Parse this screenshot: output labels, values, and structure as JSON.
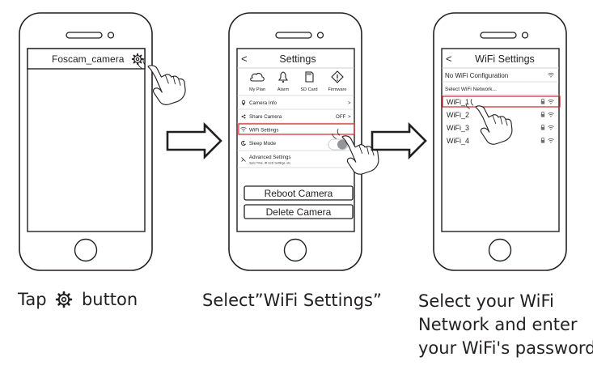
{
  "step1": {
    "header_title": "Foscam_camera",
    "caption_before": "Tap",
    "caption_after": "button"
  },
  "step2": {
    "back_glyph": "<",
    "title": "Settings",
    "icons": [
      {
        "icon": "cloud-icon",
        "label": "My Plan"
      },
      {
        "icon": "bell-icon",
        "label": "Alarm"
      },
      {
        "icon": "sd-card-icon",
        "label": "SD Card"
      },
      {
        "icon": "firmware-icon",
        "label": "Firmware"
      }
    ],
    "menu": [
      {
        "icon": "location-icon",
        "label": "Camera Info",
        "value": "",
        "chevron": ">"
      },
      {
        "icon": "share-icon",
        "label": "Share Camera",
        "value": "OFF",
        "chevron": ">"
      },
      {
        "icon": "wifi-icon",
        "label": "WiFi Settings",
        "value": "",
        "chevron": "",
        "highlighted": true
      },
      {
        "icon": "moon-icon",
        "label": "Sleep Mode",
        "value": "",
        "chevron": ""
      },
      {
        "icon": "sliders-icon",
        "label": "Advanced Settings",
        "sub": "Sync Time, IR LED Settings, etc.",
        "value": "",
        "chevron": ""
      }
    ],
    "reboot_label": "Reboot Camera",
    "delete_label": "Delete Camera",
    "caption": "Select”WiFi Settings”"
  },
  "step3": {
    "back_glyph": "<",
    "title": "WiFi Settings",
    "current_network": "No WiFi Configuration",
    "section_label": "Select WiFi Network...",
    "networks": [
      "WiFi_1",
      "WiFi_2",
      "WiFi_3",
      "WiFi_4"
    ],
    "highlighted_network": "WiFi_1",
    "caption_lines": [
      "Select your WiFi",
      "Network and enter",
      "your WiFi's password"
    ]
  },
  "colors": {
    "highlight_red": "#d2232a",
    "ink": "#231f20",
    "light_gray": "#bcbec0"
  }
}
